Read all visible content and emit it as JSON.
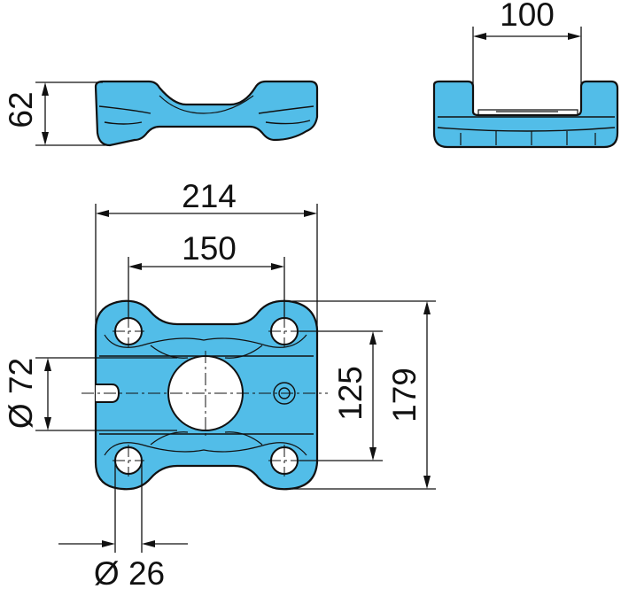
{
  "colors": {
    "part_fill": "#52bde8",
    "outline": "#111111",
    "background": "#ffffff"
  },
  "dimensions": {
    "height": "62",
    "inner_width": "100",
    "overall_width": "214",
    "hole_spacing_x": "150",
    "bore_diameter": "Ø 72",
    "hole_spacing_y": "125",
    "overall_length": "179",
    "hole_diameter": "Ø 26"
  }
}
